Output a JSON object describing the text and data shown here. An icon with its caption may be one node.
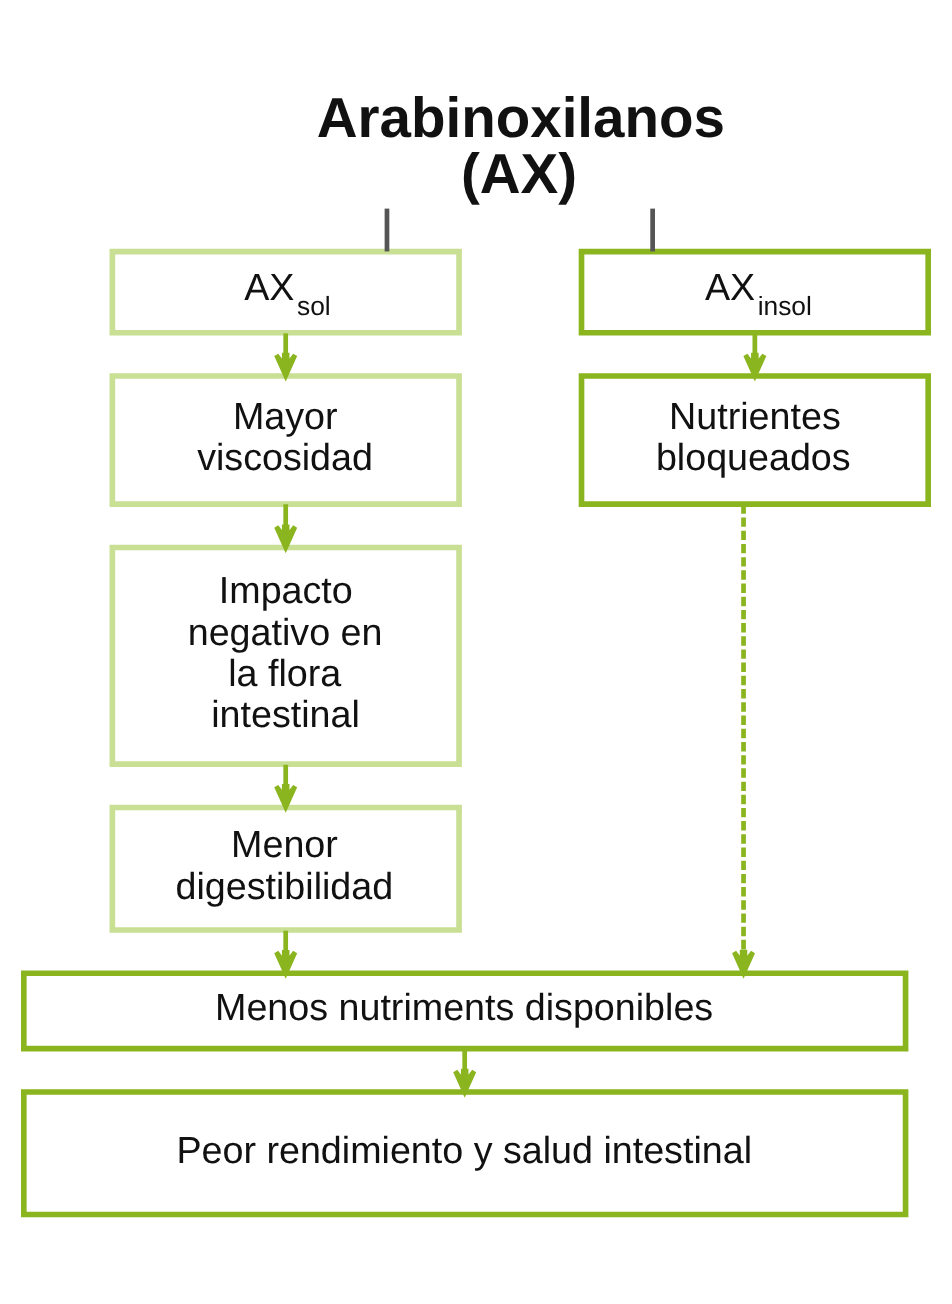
{
  "diagram": {
    "nodes": [
      {
        "text": [
          "Arabinoxilanos (AX)"
        ]
      },
      {
        "text": [
          "AX$_{sol}$"
        ]
      },
      {
        "text": [
          "AX$_{insol}$"
        ]
      },
      {
        "text": [
          "Mayor viscosidad"
        ]
      },
      {
        "text": [
          "Nutrientes bloqueados"
        ]
      },
      {
        "text": [
          "Impacto negativo en la flora intestinal"
        ]
      },
      {
        "text": [
          "Menor digestibilidad"
        ]
      },
      {
        "text": [
          "Menos nutriments disponibles"
        ]
      },
      {
        "text": [
          "Peor rendimiento y salud intestinal"
        ]
      }
    ],
    "edges": [
      {
        "from": 0,
        "to": 1,
        "arrow": "none",
        "color": "#555555"
      },
      {
        "from": 0,
        "to": 2,
        "arrow": "none",
        "color": "#555555"
      },
      {
        "from": 1,
        "to": 3,
        "arrow": "to"
      },
      {
        "from": 2,
        "to": 4,
        "arrow": "to"
      },
      {
        "from": 3,
        "to": 5,
        "arrow": "to"
      },
      {
        "from": 5,
        "to": 6,
        "arrow": "to"
      },
      {
        "from": 6,
        "to": 7,
        "arrow": "to"
      },
      {
        "from": 4,
        "to": 7,
        "arrow": "to",
        "style": "dashed"
      },
      {
        "from": 7,
        "to": 8,
        "arrow": "to"
      }
    ]
  }
}
